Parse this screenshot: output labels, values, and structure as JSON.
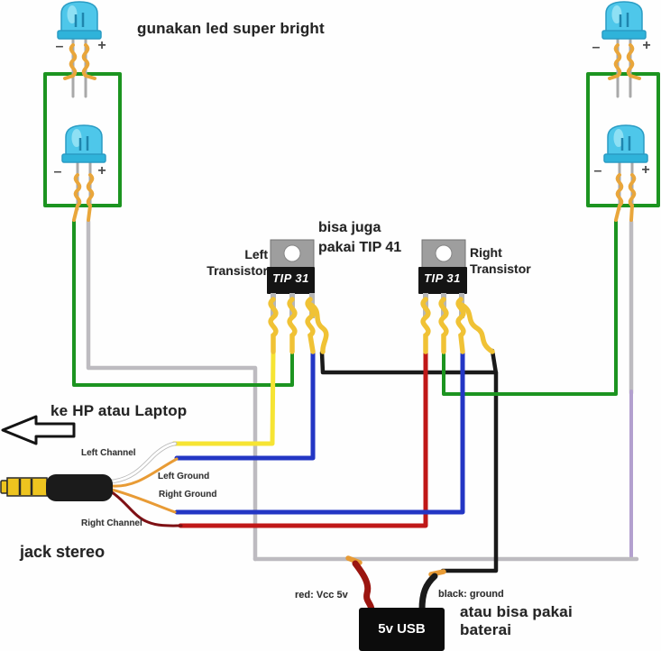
{
  "labels": {
    "top_note": "gunakan led super bright",
    "alt_note_1": "bisa juga",
    "alt_note_2": "pakai TIP 41",
    "left_transistor_1": "Left",
    "left_transistor_2": "Transistor",
    "right_transistor_1": "Right",
    "right_transistor_2": "Transistor",
    "to_device": "ke HP atau Laptop",
    "jack": "jack stereo",
    "red_wire": "red: Vcc 5v",
    "black_wire": "black: ground",
    "battery_note_1": "atau bisa pakai",
    "battery_note_2": "baterai"
  },
  "jack_wires": {
    "left_channel": "Left Channel",
    "left_ground": "Left Ground",
    "right_ground": "Right Ground",
    "right_channel": "Right Channel"
  },
  "components": {
    "transistor_marking": "TIP 31",
    "usb": "5v USB",
    "led_minus": "–",
    "led_plus": "+"
  },
  "colors": {
    "green": "#1c9420",
    "gray_wire": "#bdbbc0",
    "lavender": "#b3a0cf",
    "yellow": "#f6e433",
    "blue": "#2336c4",
    "red": "#c01818",
    "black_wire": "#1a1a1a",
    "orange": "#e89b35",
    "led_twist": "#e9a63b",
    "gold_twist": "#f0c235",
    "dark_red": "#7e1014",
    "white_wire": "#ffffff",
    "usb_red": "#9b1510",
    "led_body": "#4ec7ea",
    "led_flange": "#2fb3da",
    "jack_gold": "#eec41f"
  }
}
